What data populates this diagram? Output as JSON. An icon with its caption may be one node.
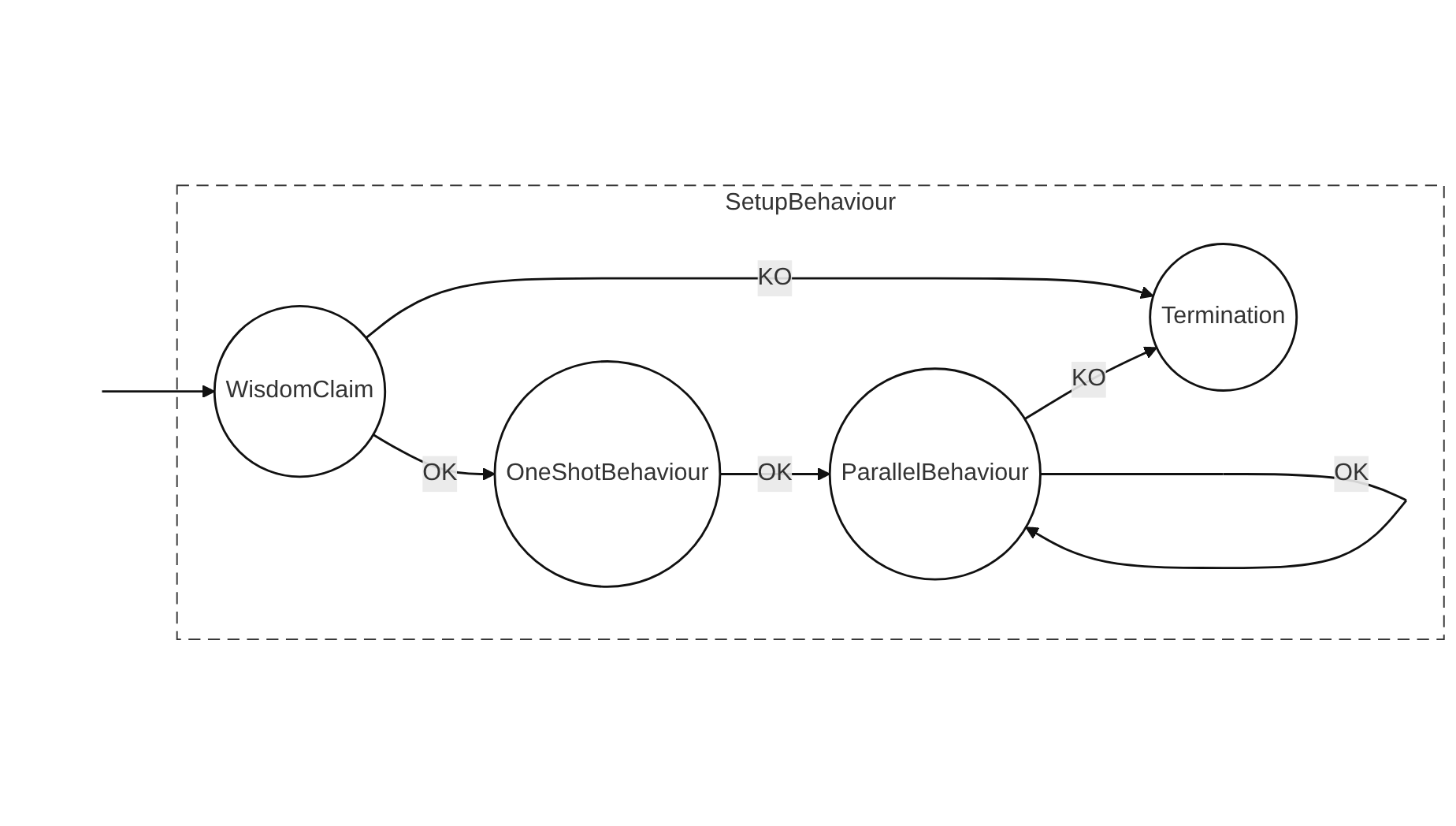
{
  "diagram": {
    "nodes": [
      {
        "text": [
          "SetupBehaviour"
        ]
      },
      {
        "text": [
          "WisdomClaim"
        ],
        "in": 0
      },
      {
        "text": [
          "OneShotBehaviour"
        ],
        "in": 0
      },
      {
        "text": [
          "ParallelBehaviour"
        ],
        "in": 0
      },
      {
        "text": [
          "Termination"
        ],
        "in": 0
      }
    ],
    "edges": [
      {
        "from": null,
        "to": 1,
        "arrow": "to"
      },
      {
        "from": 1,
        "to": 2,
        "arrow": "to",
        "label": "OK"
      },
      {
        "from": 2,
        "to": 3,
        "arrow": "to",
        "label": "OK"
      },
      {
        "from": 3,
        "to": 3,
        "arrow": "to",
        "label": "OK"
      },
      {
        "from": 1,
        "to": 4,
        "arrow": "to",
        "label": "KO"
      },
      {
        "from": 3,
        "to": 4,
        "arrow": "to",
        "label": "KO"
      }
    ]
  }
}
